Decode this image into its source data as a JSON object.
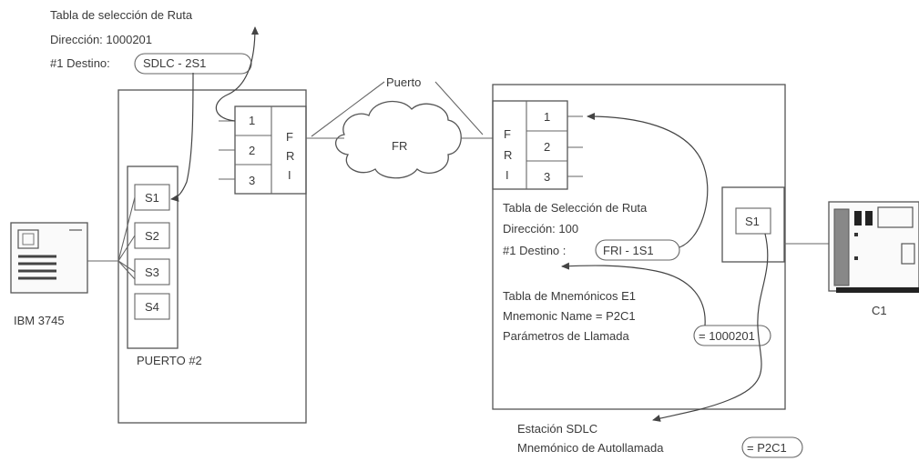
{
  "left_table": {
    "title": "Tabla de selección de Ruta",
    "address": "Dirección:  1000201",
    "dest_label": "#1 Destino:",
    "dest_value": "SDLC - 2S1"
  },
  "left_node": {
    "port_caption": "PUERTO #2",
    "slots": [
      "S1",
      "S2",
      "S3",
      "S4"
    ],
    "fri_ports": [
      "1",
      "2",
      "3"
    ],
    "fri_letters": [
      "F",
      "R",
      "I"
    ]
  },
  "host": {
    "label": "IBM 3745"
  },
  "cloud": {
    "label": "FR",
    "port_label": "Puerto"
  },
  "right_node": {
    "fri_ports": [
      "1",
      "2",
      "3"
    ],
    "fri_letters": [
      "F",
      "R",
      "I"
    ],
    "route_title": "Tabla de Selección de Ruta",
    "route_address": "Dirección:  100",
    "route_dest_label": "#1 Destino :",
    "route_dest_value": "FRI - 1S1",
    "mnem_title": "Tabla de Mnemónicos E1",
    "mnem_name": "Mnemonic Name = P2C1",
    "mnem_params_label": "Parámetros de Llamada",
    "mnem_params_value": "= 1000201",
    "slot": "S1"
  },
  "station": {
    "label": "C1"
  },
  "sdlc": {
    "title": "Estación SDLC",
    "autocall_label": "Mnemónico de Autollamada",
    "autocall_value": "= P2C1"
  }
}
